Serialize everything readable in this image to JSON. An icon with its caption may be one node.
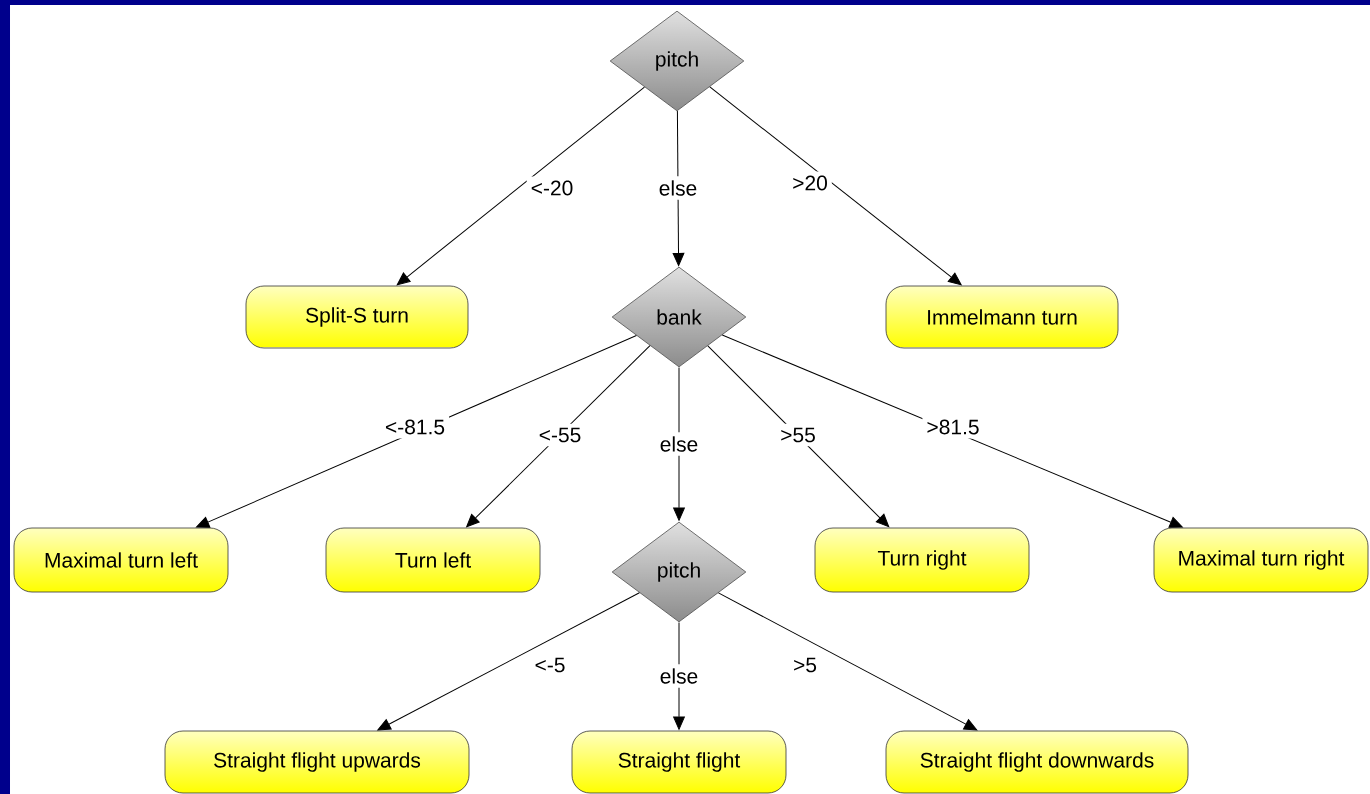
{
  "diagram": {
    "nodes": [
      {
        "text": [
          "pitch"
        ]
      },
      {
        "text": [
          "Split-S turn"
        ]
      },
      {
        "text": [
          "bank"
        ]
      },
      {
        "text": [
          "Immelmann turn"
        ]
      },
      {
        "text": [
          "Maximal turn left"
        ]
      },
      {
        "text": [
          "Turn left"
        ]
      },
      {
        "text": [
          "pitch"
        ]
      },
      {
        "text": [
          "Turn right"
        ]
      },
      {
        "text": [
          "Maximal turn right"
        ]
      },
      {
        "text": [
          "Straight flight upwards"
        ]
      },
      {
        "text": [
          "Straight flight"
        ]
      },
      {
        "text": [
          "Straight flight downwards"
        ]
      }
    ],
    "edges": [
      {
        "from": 0,
        "to": 1,
        "arrow": "to",
        "label": "<-20"
      },
      {
        "from": 0,
        "to": 2,
        "arrow": "to",
        "label": "else"
      },
      {
        "from": 0,
        "to": 3,
        "arrow": "to",
        "label": ">20"
      },
      {
        "from": 2,
        "to": 4,
        "arrow": "to",
        "label": "<-81.5"
      },
      {
        "from": 2,
        "to": 5,
        "arrow": "to",
        "label": "<-55"
      },
      {
        "from": 2,
        "to": 6,
        "arrow": "to",
        "label": "else"
      },
      {
        "from": 2,
        "to": 7,
        "arrow": "to",
        "label": ">55"
      },
      {
        "from": 2,
        "to": 8,
        "arrow": "to",
        "label": ">81.5"
      },
      {
        "from": 6,
        "to": 9,
        "arrow": "to",
        "label": "<-5"
      },
      {
        "from": 6,
        "to": 10,
        "arrow": "to",
        "label": "else"
      },
      {
        "from": 6,
        "to": 11,
        "arrow": "to",
        "label": ">5"
      }
    ]
  }
}
